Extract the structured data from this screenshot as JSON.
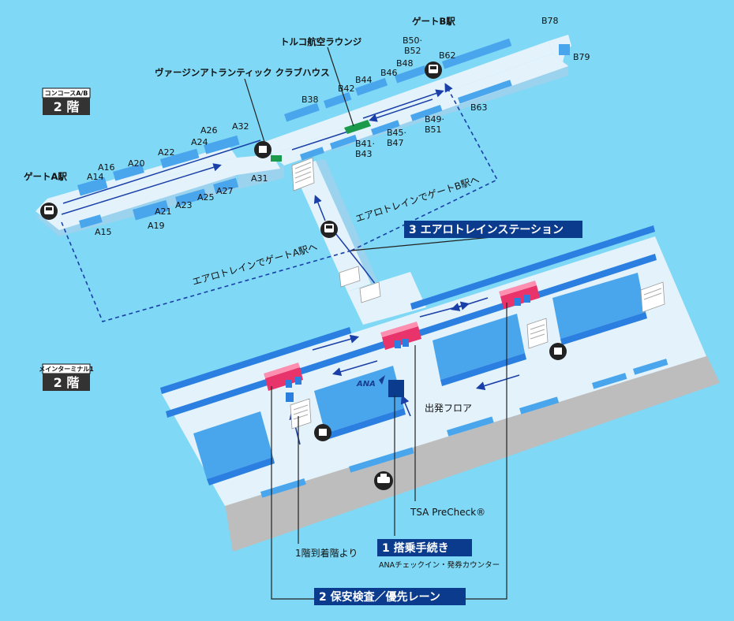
{
  "floors": {
    "concourse": {
      "small": "コンコースA/B",
      "big": "2 階"
    },
    "main_terminal": {
      "small": "メインターミナル1",
      "big": "2 階"
    }
  },
  "stations": {
    "gate_a": "ゲートA駅",
    "gate_b": "ゲートB駅"
  },
  "lounges": {
    "virgin": "ヴァージンアトランティック クラブハウス",
    "turkish": "トルコ航空ラウンジ"
  },
  "train_routes": {
    "to_a": "エアロトレインでゲートA駅へ",
    "to_b": "エアロトレインでゲートB駅へ"
  },
  "steps": {
    "step1": "1 搭乗手続き",
    "step1_sub": "ANAチェックイン・発券カウンター",
    "step2": "2 保安検査／優先レーン",
    "step3": "3 エアロトレインステーション"
  },
  "labels": {
    "departure_floor": "出発フロア",
    "tsa": "TSA PreCheck®",
    "arrival": "1階到着階より",
    "ana_logo": "ANA"
  },
  "gates": {
    "a14": "A14",
    "a15": "A15",
    "a16": "A16",
    "a19": "A19",
    "a20": "A20",
    "a21": "A21",
    "a22": "A22",
    "a23": "A23",
    "a24": "A24",
    "a25": "A25",
    "a26": "A26",
    "a27": "A27",
    "a31": "A31",
    "a32": "A32",
    "b38": "B38",
    "b41_43": "B41·",
    "b41_43b": "B43",
    "b42": "B42",
    "b44": "B44",
    "b45_47": "B45·",
    "b45_47b": "B47",
    "b46": "B46",
    "b48": "B48",
    "b49_51": "B49·",
    "b49_51b": "B51",
    "b50_52": "B50·",
    "b50_52b": "B52",
    "b62": "B62",
    "b63": "B63",
    "b78": "B78",
    "b79": "B79"
  },
  "colors": {
    "background": "#7fd8f5",
    "floor": "#e4f3fb",
    "wall": "#2a7fe0",
    "navy": "#0b3b8c",
    "security": "#e8336b"
  },
  "icons": [
    "train-icon",
    "taxi-icon",
    "lounge-icon",
    "escalator-icon",
    "ana-logo-icon"
  ]
}
